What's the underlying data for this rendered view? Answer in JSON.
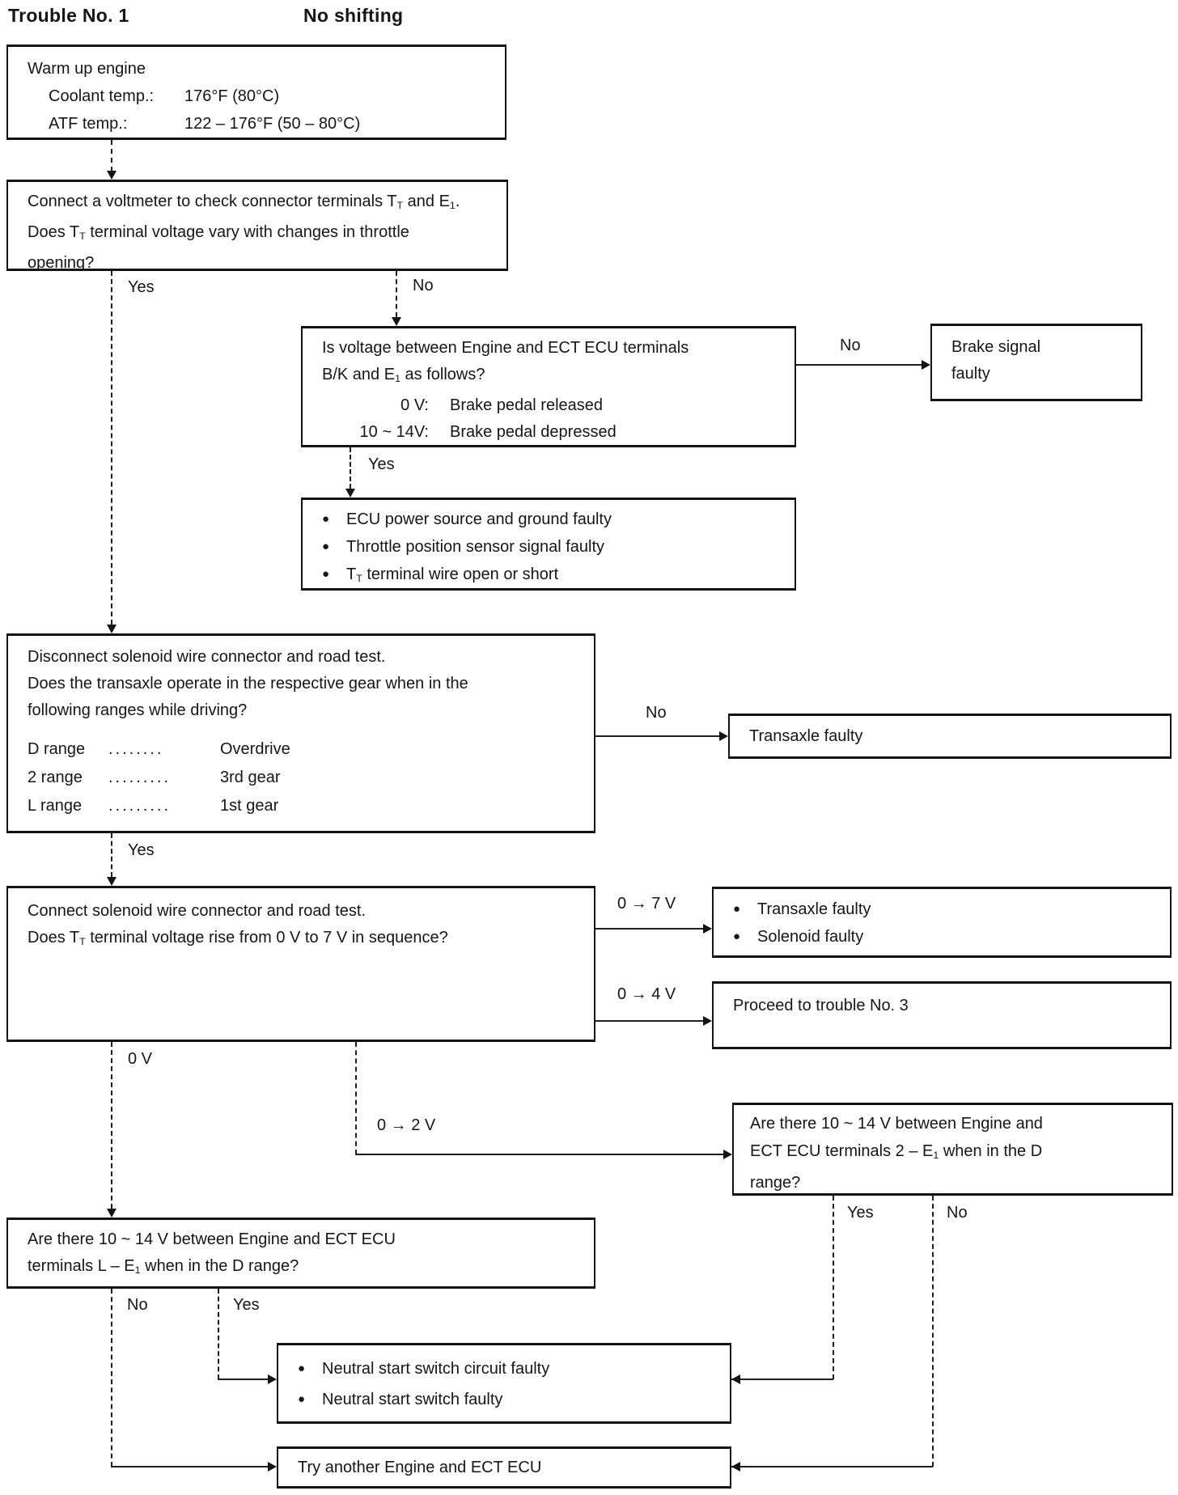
{
  "title": {
    "trouble": "Trouble No. 1",
    "symptom": "No shifting"
  },
  "colors": {
    "ink": "#161616",
    "background": "#ffffff"
  },
  "edges": {
    "yes": "Yes",
    "no": "No",
    "v0_7": "0 → 7 V",
    "v0_4": "0 → 4 V",
    "v0": "0 V",
    "v0_2": "0 → 2 V"
  },
  "nodes": {
    "warm_up": {
      "line": "Warm up engine",
      "params": [
        {
          "label": "Coolant temp.:",
          "value": "176°F (80°C)"
        },
        {
          "label": "ATF temp.:",
          "value": "122 – 176°F (50 – 80°C)"
        }
      ]
    },
    "voltmeter": {
      "lines": [
        "Connect a voltmeter to check connector terminals T_{T} and E_{1}.",
        "Does T_{T} terminal voltage vary with changes in throttle",
        "opening?"
      ]
    },
    "brake_check": {
      "lines": [
        "Is voltage between Engine and ECT ECU terminals",
        "B/K and E_{1} as follows?"
      ],
      "cases": [
        {
          "label": "0 V:",
          "value": "Brake pedal released"
        },
        {
          "label": "10 ~ 14V:",
          "value": "Brake pedal depressed"
        }
      ]
    },
    "brake_faulty": {
      "lines": [
        "Brake signal",
        "faulty"
      ]
    },
    "ecu_faults": {
      "bullets": [
        "ECU power source and ground faulty",
        "Throttle position sensor signal faulty",
        "T_{T} terminal wire open or short"
      ]
    },
    "road_test_disconnect": {
      "lines": [
        "Disconnect solenoid wire connector and road test.",
        "Does the transaxle operate in the respective gear when in the",
        "following ranges while driving?"
      ],
      "ranges": [
        {
          "label": "D range",
          "dots": "........",
          "value": "Overdrive"
        },
        {
          "label": "2 range",
          "dots": ".........",
          "value": "3rd gear"
        },
        {
          "label": "L range",
          "dots": ".........",
          "value": "1st gear"
        }
      ]
    },
    "transaxle_faulty": {
      "text": "Transaxle faulty"
    },
    "road_test_connect": {
      "lines": [
        "Connect solenoid wire connector and road test.",
        "Does T_{T} terminal voltage rise from 0 V to 7 V in sequence?"
      ]
    },
    "transaxle_solenoid": {
      "bullets": [
        "Transaxle faulty",
        "Solenoid faulty"
      ]
    },
    "proceed": {
      "text": "Proceed to trouble No. 3"
    },
    "check_2_e1": {
      "lines": [
        "Are there 10 ~ 14 V between Engine and",
        "ECT ECU terminals 2 – E_{1} when in the D",
        "range?"
      ]
    },
    "check_l_e1": {
      "lines": [
        "Are there 10 ~ 14 V between Engine and ECT ECU",
        "terminals L – E_{1} when in the D range?"
      ]
    },
    "neutral_switch": {
      "bullets": [
        "Neutral start switch circuit faulty",
        "Neutral start switch faulty"
      ]
    },
    "try_ecu": {
      "text": "Try another Engine and ECT ECU"
    }
  }
}
